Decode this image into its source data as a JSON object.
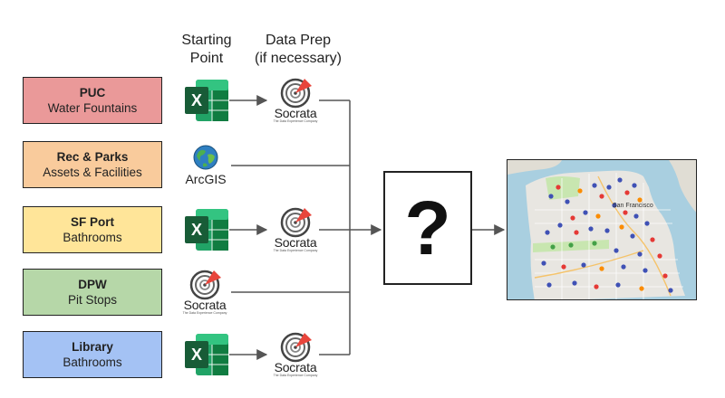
{
  "headers": {
    "starting_point": [
      "Starting",
      "Point"
    ],
    "data_prep": [
      "Data Prep",
      "(if necessary)"
    ]
  },
  "sources": [
    {
      "title": "PUC",
      "subtitle": "Water Fountains",
      "color": "#ea9999",
      "start_tool": "excel-icon",
      "prep_tool": "socrata-logo"
    },
    {
      "title": "Rec & Parks",
      "subtitle": "Assets & Facilities",
      "color": "#f9cb9c",
      "start_tool": "arcgis-logo",
      "prep_tool": ""
    },
    {
      "title": "SF Port",
      "subtitle": "Bathrooms",
      "color": "#ffe599",
      "start_tool": "excel-icon",
      "prep_tool": "socrata-logo"
    },
    {
      "title": "DPW",
      "subtitle": "Pit Stops",
      "color": "#b6d7a8",
      "start_tool": "socrata-logo",
      "prep_tool": ""
    },
    {
      "title": "Library",
      "subtitle": "Bathrooms",
      "color": "#a4c2f4",
      "start_tool": "excel-icon",
      "prep_tool": "socrata-logo"
    }
  ],
  "brands": {
    "socrata": "Socrata",
    "socrata_tagline": "The Data Experience Company",
    "arcgis": "ArcGIS",
    "excel_letter": "X"
  },
  "process": {
    "symbol": "?"
  },
  "map": {
    "label": "San Francisco"
  },
  "colors": {
    "excel_green": "#1e7145",
    "socrata_red": "#e8453c",
    "line": "#555555",
    "map_land": "#e8e6e1",
    "map_water": "#a9cfe0",
    "map_park": "#c8e6b0"
  }
}
